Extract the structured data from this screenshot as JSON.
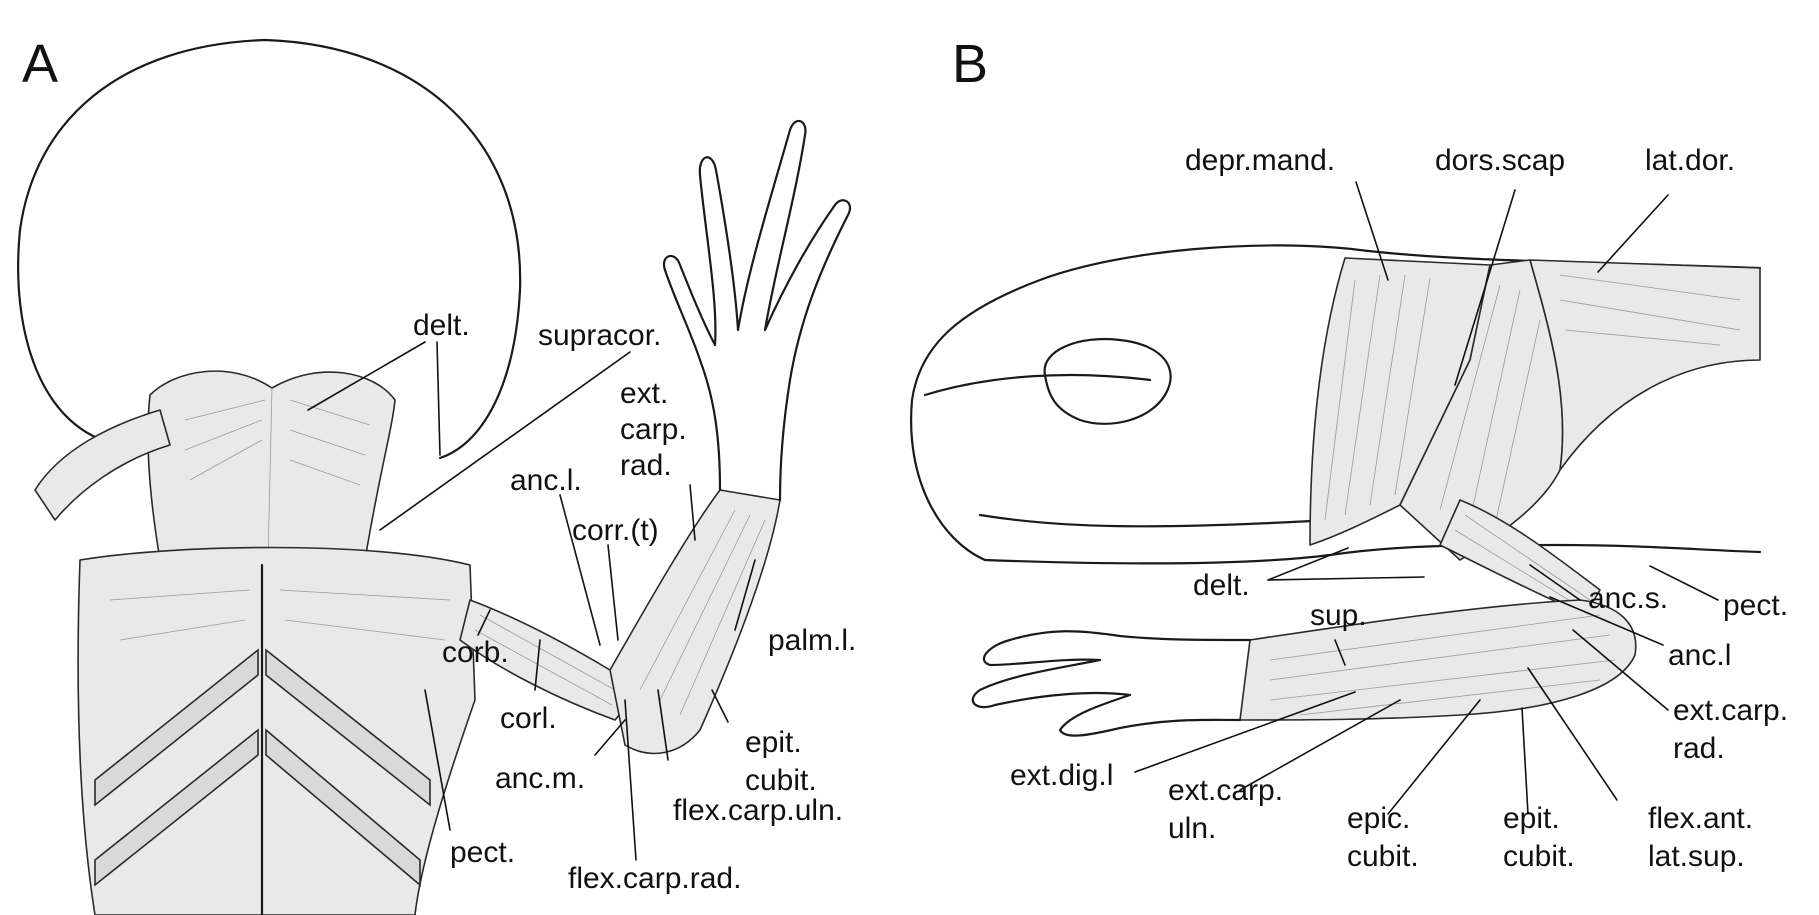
{
  "panels": [
    {
      "id": "A",
      "letter": "A",
      "labels": [
        {
          "key": "delt",
          "lines": [
            "delt."
          ]
        },
        {
          "key": "supracor",
          "lines": [
            "supracor."
          ]
        },
        {
          "key": "ext_carp_rad",
          "lines": [
            "ext.",
            "carp.",
            "rad."
          ]
        },
        {
          "key": "anc_l",
          "lines": [
            "anc.l."
          ]
        },
        {
          "key": "corr_t",
          "lines": [
            "corr.(t)"
          ]
        },
        {
          "key": "palm_l",
          "lines": [
            "palm.l."
          ]
        },
        {
          "key": "corb",
          "lines": [
            "corb."
          ]
        },
        {
          "key": "corl",
          "lines": [
            "corl."
          ]
        },
        {
          "key": "epit_cubit",
          "lines": [
            "epit.",
            "cubit."
          ]
        },
        {
          "key": "anc_m",
          "lines": [
            "anc.m."
          ]
        },
        {
          "key": "flex_carp_uln",
          "lines": [
            "flex.carp.uln."
          ]
        },
        {
          "key": "pect",
          "lines": [
            "pect."
          ]
        },
        {
          "key": "flex_carp_rad",
          "lines": [
            "flex.carp.rad."
          ]
        }
      ]
    },
    {
      "id": "B",
      "letter": "B",
      "labels": [
        {
          "key": "depr_mand",
          "lines": [
            "depr.mand."
          ]
        },
        {
          "key": "dors_scap",
          "lines": [
            "dors.scap"
          ]
        },
        {
          "key": "lat_dor",
          "lines": [
            "lat.dor."
          ]
        },
        {
          "key": "delt",
          "lines": [
            "delt."
          ]
        },
        {
          "key": "sup",
          "lines": [
            "sup."
          ]
        },
        {
          "key": "anc_s",
          "lines": [
            "anc.s."
          ]
        },
        {
          "key": "pect",
          "lines": [
            "pect."
          ]
        },
        {
          "key": "anc_l",
          "lines": [
            "anc.l"
          ]
        },
        {
          "key": "ext_carp_rad",
          "lines": [
            "ext.carp.",
            "rad."
          ]
        },
        {
          "key": "ext_dig_l",
          "lines": [
            "ext.dig.l"
          ]
        },
        {
          "key": "ext_carp_uln",
          "lines": [
            "ext.carp.",
            "uln."
          ]
        },
        {
          "key": "epic_cubit",
          "lines": [
            "epic.",
            "cubit."
          ]
        },
        {
          "key": "epit_cubit",
          "lines": [
            "epit.",
            "cubit."
          ]
        },
        {
          "key": "flex_ant_lat_sup",
          "lines": [
            "flex.ant.",
            "lat.sup."
          ]
        }
      ]
    }
  ]
}
